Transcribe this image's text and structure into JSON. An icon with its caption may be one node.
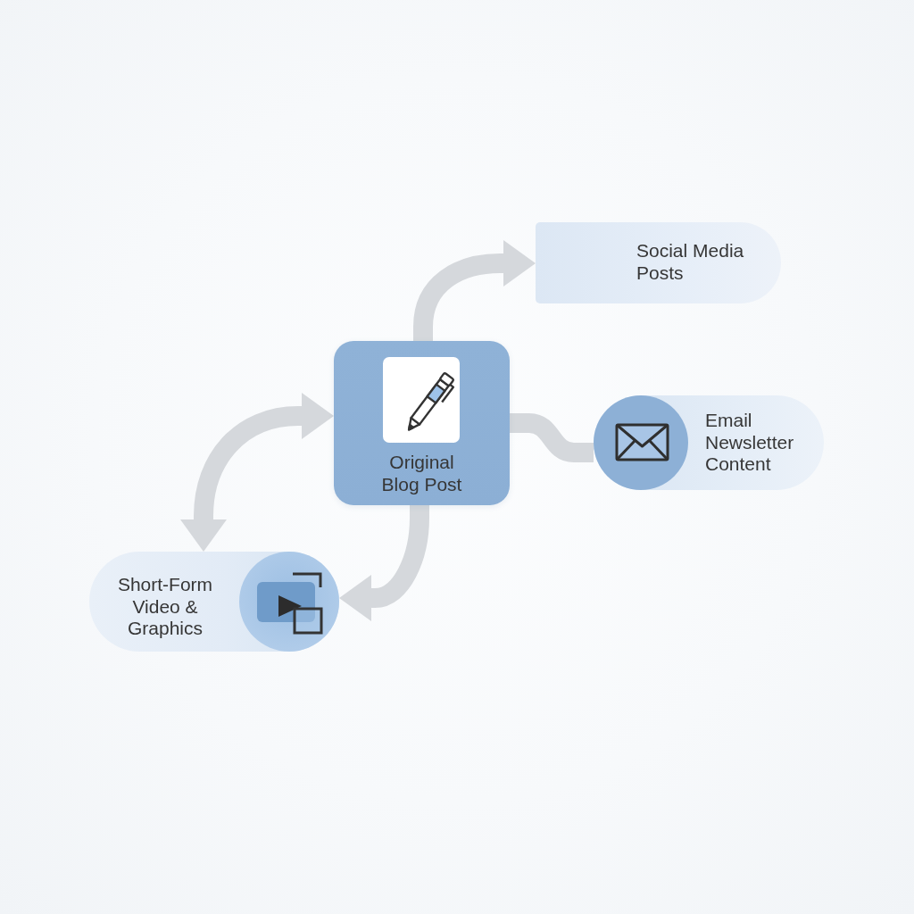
{
  "diagram": {
    "nodes": [
      {
        "text": [
          "Social Media Posts"
        ]
      },
      {
        "text": [
          "Original Blog Post"
        ]
      },
      {
        "text": [
          "Email Newsletter Content"
        ]
      },
      {
        "text": [
          "Short-Form Video & Graphics"
        ]
      }
    ],
    "edges": [
      {
        "from": 1,
        "to": 0,
        "arrow": "to"
      },
      {
        "from": 1,
        "to": 2,
        "arrow": "none"
      },
      {
        "from": 1,
        "to": 3,
        "arrow": "to"
      },
      {
        "from": 3,
        "to": 1,
        "arrow": "both"
      }
    ]
  }
}
